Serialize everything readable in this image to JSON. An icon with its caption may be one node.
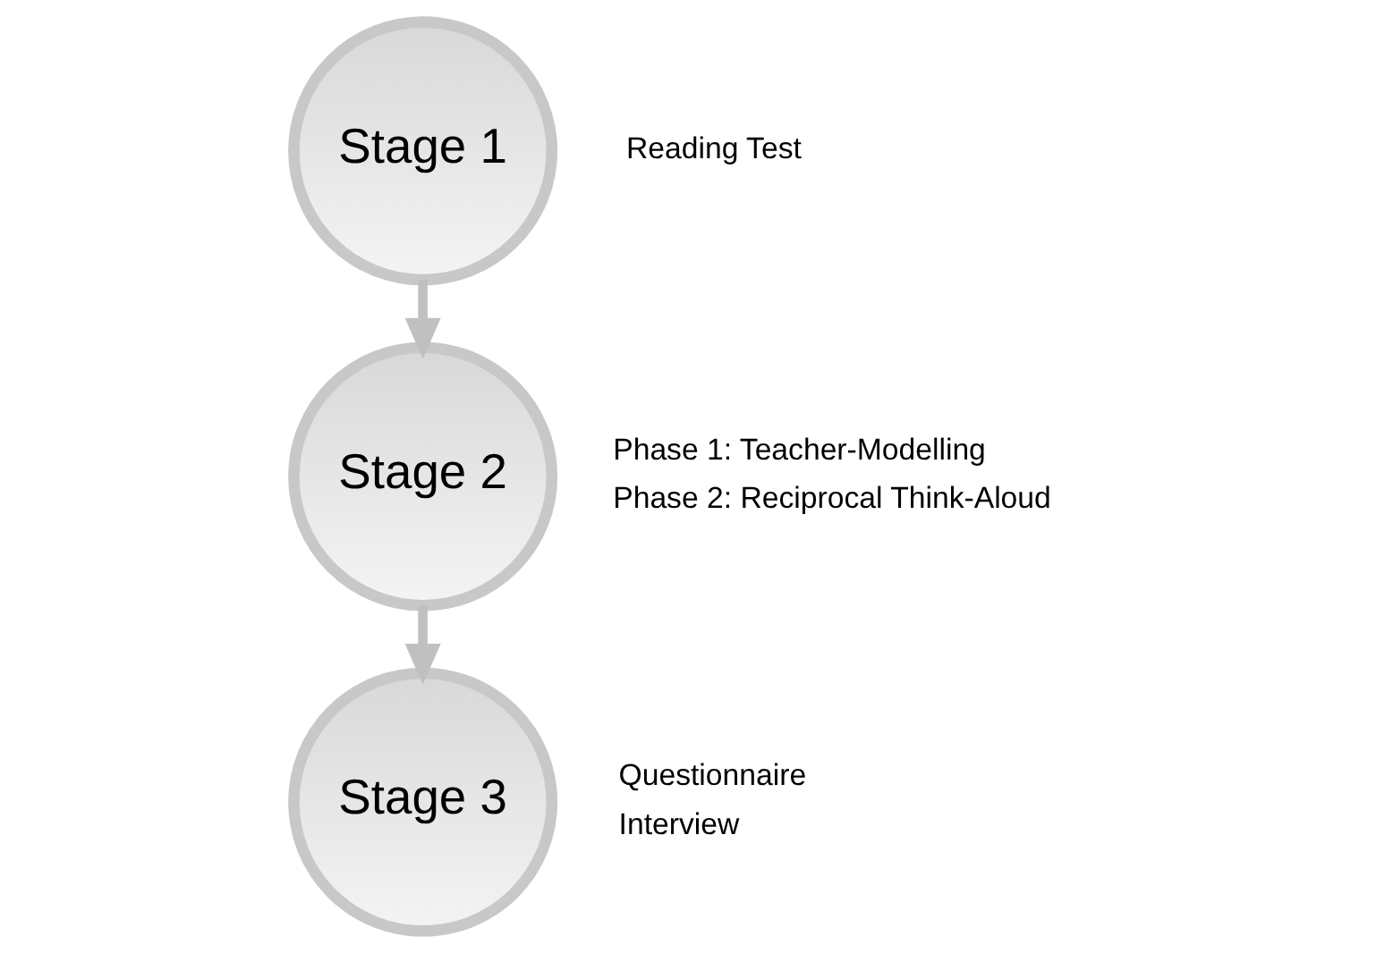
{
  "diagram": {
    "nodes": [
      {
        "text": [
          "Stage 1"
        ],
        "beside": [
          "Reading Test"
        ]
      },
      {
        "text": [
          "Stage 2"
        ],
        "beside": [
          "Phase 1: Teacher-Modelling",
          "Phase 2: Reciprocal Think-Aloud"
        ]
      },
      {
        "text": [
          "Stage 3"
        ],
        "beside": [
          "Questionnaire",
          "Interview"
        ]
      }
    ],
    "edges": [
      {
        "from": 0,
        "to": 1,
        "arrow": "to"
      },
      {
        "from": 1,
        "to": 2,
        "arrow": "to"
      }
    ]
  }
}
